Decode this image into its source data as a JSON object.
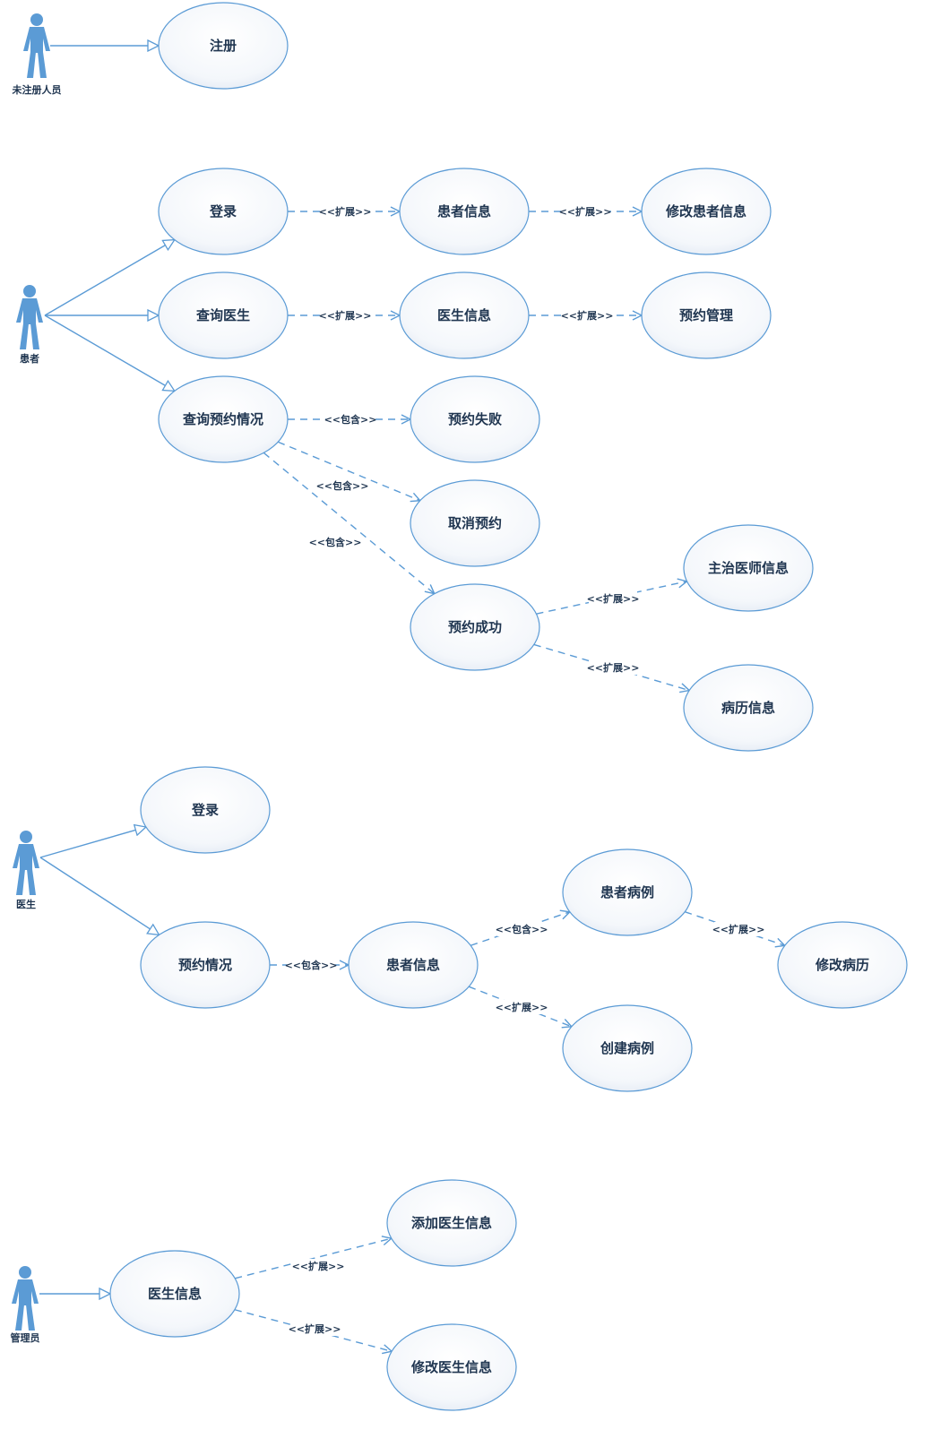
{
  "actors": [
    {
      "id": "a_unreg",
      "label": "未注册人员"
    },
    {
      "id": "a_patient",
      "label": "患者"
    },
    {
      "id": "a_doctor",
      "label": "医生"
    },
    {
      "id": "a_admin",
      "label": "管理员"
    }
  ],
  "usecases": [
    {
      "id": "u_register",
      "label": "注册"
    },
    {
      "id": "u_p_login",
      "label": "登录"
    },
    {
      "id": "u_p_info",
      "label": "患者信息"
    },
    {
      "id": "u_p_modify",
      "label": "修改患者信息"
    },
    {
      "id": "u_query_doc",
      "label": "查询医生"
    },
    {
      "id": "u_doc_info",
      "label": "医生信息"
    },
    {
      "id": "u_appt_mgmt",
      "label": "预约管理"
    },
    {
      "id": "u_query_appt",
      "label": "查询预约情况"
    },
    {
      "id": "u_appt_fail",
      "label": "预约失败"
    },
    {
      "id": "u_cancel",
      "label": "取消预约"
    },
    {
      "id": "u_appt_ok",
      "label": "预约成功"
    },
    {
      "id": "u_attending",
      "label": "主治医师信息"
    },
    {
      "id": "u_records",
      "label": "病历信息"
    },
    {
      "id": "u_d_login",
      "label": "登录"
    },
    {
      "id": "u_d_appt",
      "label": "预约情况"
    },
    {
      "id": "u_d_pinfo",
      "label": "患者信息"
    },
    {
      "id": "u_d_case",
      "label": "患者病例"
    },
    {
      "id": "u_d_modcase",
      "label": "修改病历"
    },
    {
      "id": "u_d_newcase",
      "label": "创建病例"
    },
    {
      "id": "u_a_docinfo",
      "label": "医生信息"
    },
    {
      "id": "u_a_add",
      "label": "添加医生信息"
    },
    {
      "id": "u_a_mod",
      "label": "修改医生信息"
    }
  ],
  "associations": [
    {
      "from": "a_unreg",
      "to": "u_register"
    },
    {
      "from": "a_patient",
      "to": "u_p_login"
    },
    {
      "from": "a_patient",
      "to": "u_query_doc"
    },
    {
      "from": "a_patient",
      "to": "u_query_appt"
    },
    {
      "from": "a_doctor",
      "to": "u_d_login"
    },
    {
      "from": "a_doctor",
      "to": "u_d_appt"
    },
    {
      "from": "a_admin",
      "to": "u_a_docinfo"
    }
  ],
  "dependencies": [
    {
      "from": "u_p_login",
      "to": "u_p_info",
      "label": "<<扩展>>"
    },
    {
      "from": "u_p_info",
      "to": "u_p_modify",
      "label": "<<扩展>>"
    },
    {
      "from": "u_query_doc",
      "to": "u_doc_info",
      "label": "<<扩展>>"
    },
    {
      "from": "u_doc_info",
      "to": "u_appt_mgmt",
      "label": "<<扩展>>"
    },
    {
      "from": "u_query_appt",
      "to": "u_appt_fail",
      "label": "<<包含>>"
    },
    {
      "from": "u_query_appt",
      "to": "u_cancel",
      "label": "<<包含>>"
    },
    {
      "from": "u_query_appt",
      "to": "u_appt_ok",
      "label": "<<包含>>"
    },
    {
      "from": "u_appt_ok",
      "to": "u_attending",
      "label": "<<扩展>>"
    },
    {
      "from": "u_appt_ok",
      "to": "u_records",
      "label": "<<扩展>>"
    },
    {
      "from": "u_d_appt",
      "to": "u_d_pinfo",
      "label": "<<包含>>"
    },
    {
      "from": "u_d_pinfo",
      "to": "u_d_case",
      "label": "<<包含>>"
    },
    {
      "from": "u_d_case",
      "to": "u_d_modcase",
      "label": "<<扩展>>"
    },
    {
      "from": "u_d_pinfo",
      "to": "u_d_newcase",
      "label": "<<扩展>>"
    },
    {
      "from": "u_a_docinfo",
      "to": "u_a_add",
      "label": "<<扩展>>"
    },
    {
      "from": "u_a_docinfo",
      "to": "u_a_mod",
      "label": "<<扩展>>"
    }
  ],
  "colors": {
    "stroke": "#5b9bd5",
    "actor": "#5b9bd5",
    "text": "#1f3550",
    "fill_center": "#ffffff",
    "fill_edge": "#e8eef6"
  }
}
